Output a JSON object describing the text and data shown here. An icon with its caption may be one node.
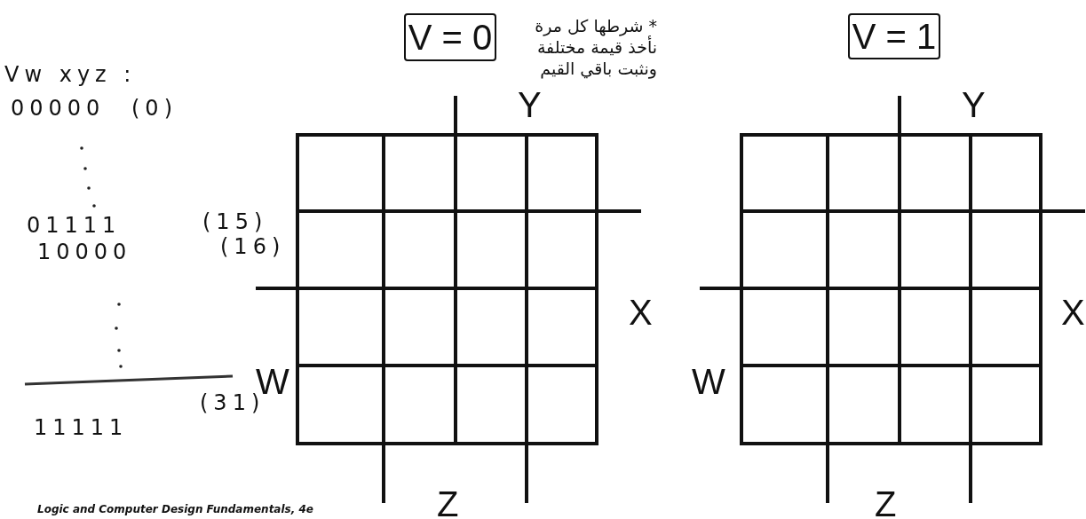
{
  "diagram": {
    "nodes": [
      {
        "text": [
          "V = 0"
        ]
      },
      {
        "text": [
          "V = 1"
        ]
      }
    ],
    "edges": [],
    "labels": [
      "Vw xyz :",
      "00000",
      "(0)",
      "01111",
      "(15)",
      "10000",
      "(16)",
      "(31)",
      "11111",
      "* شرطها كل مرة نأخذ قيمة مختلفة ونثبت باقي القيم",
      "Y",
      "X",
      "W",
      "Z",
      "Y",
      "X",
      "W",
      "Z",
      "Logic and Computer Design Fundamentals, 4e"
    ]
  }
}
